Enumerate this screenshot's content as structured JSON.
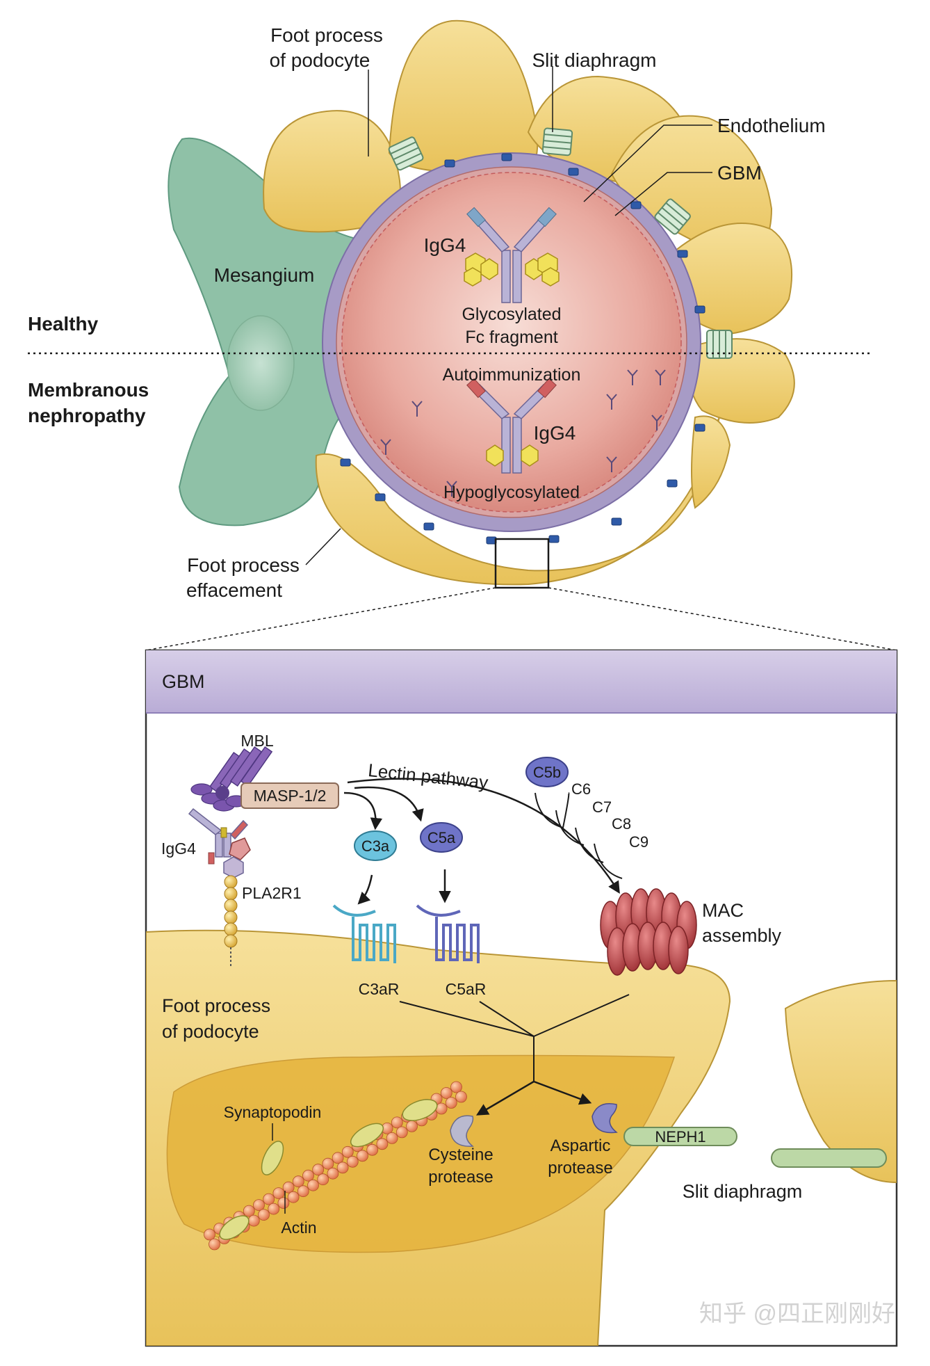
{
  "top_panel": {
    "labels": {
      "foot_process_line1": "Foot process",
      "foot_process_line2": "of podocyte",
      "slit_diaphragm": "Slit diaphragm",
      "endothelium": "Endothelium",
      "gbm": "GBM",
      "mesangium": "Mesangium",
      "healthy": "Healthy",
      "membranous_line1": "Membranous",
      "membranous_line2": "nephropathy",
      "igg4_healthy": "IgG4",
      "glyco_line1": "Glycosylated",
      "glyco_line2": "Fc fragment",
      "autoimmunization": "Autoimmunization",
      "igg4_mn": "IgG4",
      "hypoglycosylated": "Hypoglycosylated",
      "effacement_line1": "Foot process",
      "effacement_line2": "effacement"
    }
  },
  "detail_panel": {
    "gbm_header": "GBM",
    "labels": {
      "mbl": "MBL",
      "masp": "MASP-1/2",
      "lectin_pathway": "Lectin pathway",
      "igg4": "IgG4",
      "pla2r1": "PLA2R1",
      "c3a": "C3a",
      "c5a": "C5a",
      "c5b": "C5b",
      "c6": "C6",
      "c7": "C7",
      "c8": "C8",
      "c9": "C9",
      "c3ar": "C3aR",
      "c5ar": "C5aR",
      "mac_line1": "MAC",
      "mac_line2": "assembly",
      "foot_process_line1": "Foot process",
      "foot_process_line2": "of podocyte",
      "synaptopodin": "Synaptopodin",
      "actin": "Actin",
      "cysteine_line1": "Cysteine",
      "cysteine_line2": "protease",
      "aspartic_line1": "Aspartic",
      "aspartic_line2": "protease",
      "neph1": "NEPH1",
      "slit_diaphragm": "Slit diaphragm"
    }
  },
  "watermark": "知乎 @四正刚刚好",
  "colors": {
    "podocyte": "#f3d57a",
    "podocyte_dark": "#dcae3c",
    "mesangium": "#8fc1a7",
    "gbm": "#a79bc6",
    "lumen": "#e9a8a0",
    "gbm_band": "#cbbfdf",
    "c3a": "#6cc3de",
    "c5a": "#6f74c8",
    "mac": "#b8464a"
  }
}
